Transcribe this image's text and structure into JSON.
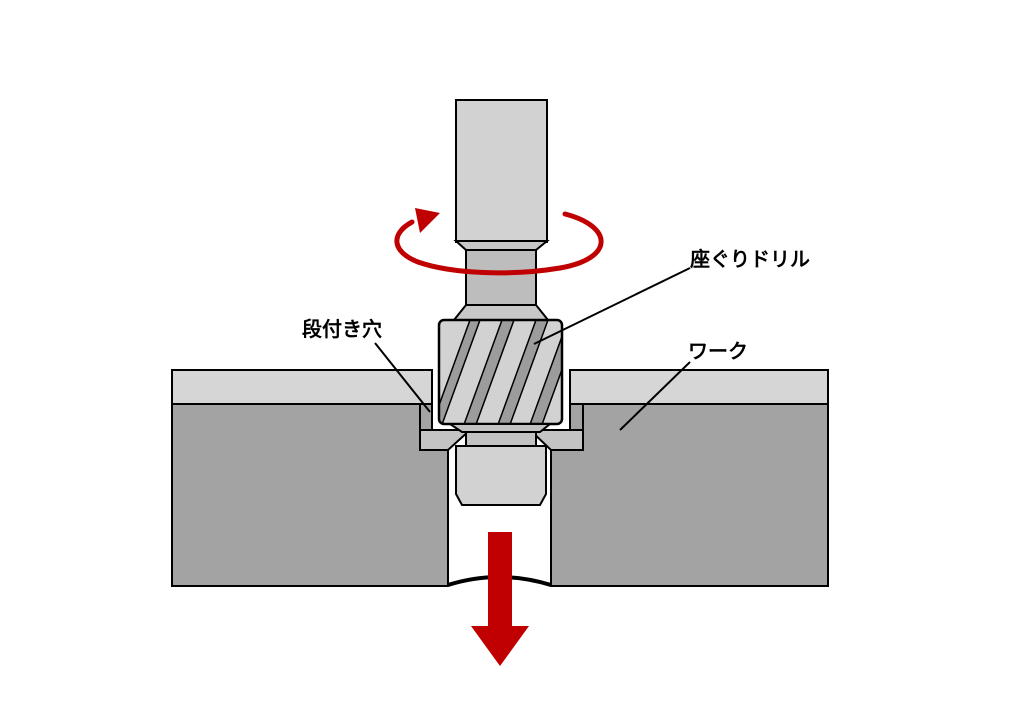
{
  "labels": {
    "drill": "座ぐりドリル",
    "stepped_hole": "段付き穴",
    "workpiece": "ワーク"
  },
  "colors": {
    "arrow": "#c00000",
    "workpiece_top": "#d6d6d6",
    "workpiece_body": "#a3a3a3",
    "tool": "#d2d2d2",
    "outline": "#000000"
  },
  "icons": {
    "rotation": "curved-rotation-arrow",
    "feed": "down-arrow"
  }
}
